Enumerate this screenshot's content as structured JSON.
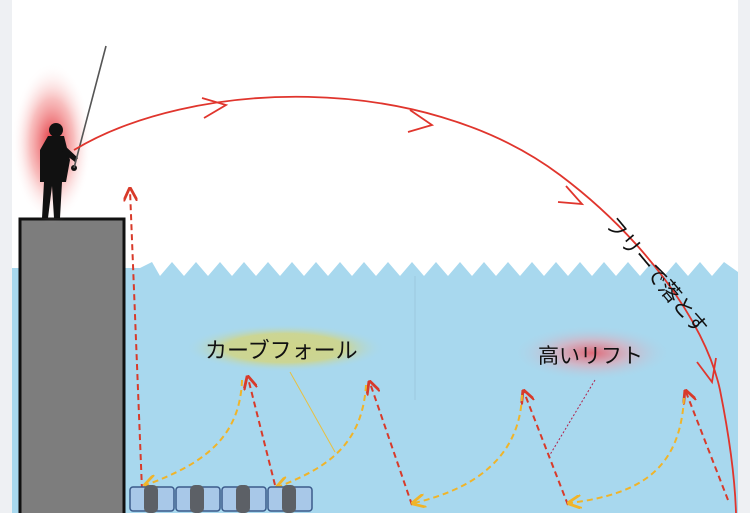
{
  "labels": {
    "curve_fall": "カーブフォール",
    "high_lift": "高いリフト",
    "free_drop": "フリーで落とす"
  },
  "icons": {
    "angler": "angler-silhouette-icon",
    "sinker": "sinker-icon"
  },
  "colors": {
    "sky": "#ffffff",
    "water": "#a8d8ee",
    "pier": "#7d7d7d",
    "cast_line": "#e0352d",
    "lift_arrow": "#d83a2a",
    "fall_arrow": "#f0b429",
    "label_bg_curve": "#d2d890",
    "label_bg_lift": "#e07e86",
    "sinker_box": "#a8c8e8"
  }
}
